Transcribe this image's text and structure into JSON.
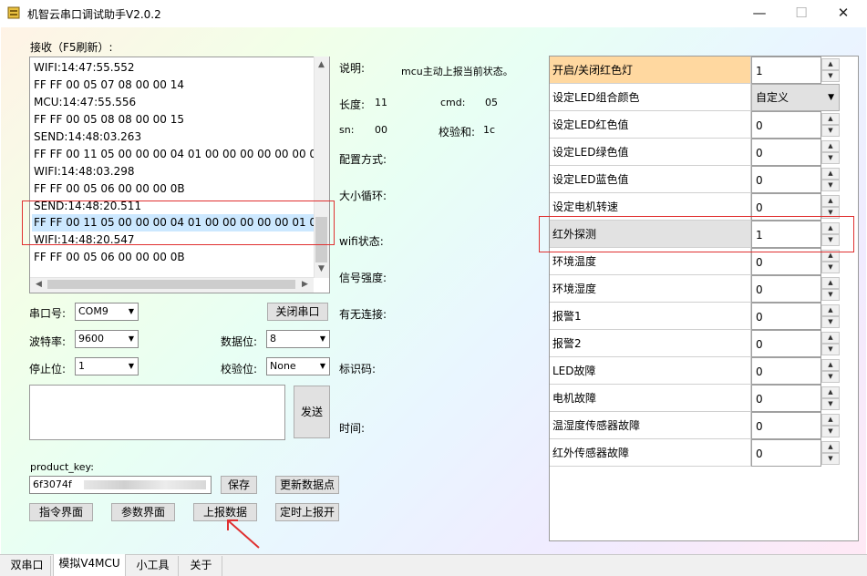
{
  "window": {
    "title": "机智云串口调试助手V2.0.2",
    "min": "—",
    "max": "☐",
    "close": "✕"
  },
  "receive": {
    "label": "接收（F5刷新）:",
    "lines": [
      "WIFI:14:47:55.552",
      "FF FF 00 05 07 08 00 00 14",
      "MCU:14:47:55.556",
      "FF FF 00 05 08 08 00 00 15",
      "SEND:14:48:03.263",
      "FF FF 00 11 05 00 00 00 04 01 00 00 00 00 00 00 00 0",
      "WIFI:14:48:03.298",
      "FF FF 00 05 06 00 00 00 0B",
      "SEND:14:48:20.511",
      "FF FF 00 11 05 00 00 00 04 01 00 00 00 00 00 01 00 0",
      "WIFI:14:48:20.547",
      "FF FF 00 05 06 00 00 00 0B"
    ]
  },
  "serial": {
    "port_label": "串口号:",
    "port_value": "COM9",
    "close_btn": "关闭串口",
    "baud_label": "波特率:",
    "baud_value": "9600",
    "databits_label": "数据位:",
    "databits_value": "8",
    "stopbits_label": "停止位:",
    "stopbits_value": "1",
    "parity_label": "校验位:",
    "parity_value": "None",
    "send_btn": "发送"
  },
  "product": {
    "label": "product_key:",
    "value": "6f3074f",
    "save_btn": "保存",
    "update_btn": "更新数据点",
    "cmd_btn": "指令界面",
    "param_btn": "参数界面",
    "report_btn": "上报数据",
    "timer_btn": "定时上报开"
  },
  "info": {
    "desc_label": "说明:",
    "desc_value": "mcu主动上报当前状态。",
    "len_label": "长度:",
    "len_value": "11",
    "cmd_label": "cmd:",
    "cmd_value": "05",
    "sn_label": "sn:",
    "sn_value": "00",
    "checksum_label": "校验和:",
    "checksum_value": "1c",
    "config_label": "配置方式:",
    "endian_label": "大小循环:",
    "wifi_label": "wifi状态:",
    "signal_label": "信号强度:",
    "conn_label": "有无连接:",
    "id_label": "标识码:",
    "time_label": "时间:"
  },
  "datapoints": [
    {
      "name": "开启/关闭红色灯",
      "value": "1"
    },
    {
      "name": "设定LED组合颜色",
      "value": "自定义"
    },
    {
      "name": "设定LED红色值",
      "value": "0"
    },
    {
      "name": "设定LED绿色值",
      "value": "0"
    },
    {
      "name": "设定LED蓝色值",
      "value": "0"
    },
    {
      "name": "设定电机转速",
      "value": "0"
    },
    {
      "name": "红外探测",
      "value": "1"
    },
    {
      "name": "环境温度",
      "value": "0"
    },
    {
      "name": "环境湿度",
      "value": "0"
    },
    {
      "name": "报警1",
      "value": "0"
    },
    {
      "name": "报警2",
      "value": "0"
    },
    {
      "name": "LED故障",
      "value": "0"
    },
    {
      "name": "电机故障",
      "value": "0"
    },
    {
      "name": "温湿度传感器故障",
      "value": "0"
    },
    {
      "name": "红外传感器故障",
      "value": "0"
    }
  ],
  "tabs": [
    "双串口",
    "模拟V4MCU",
    "小工具",
    "关于"
  ],
  "colors": {
    "highlight_box": "#e03030",
    "selected_row": "#ffd8a0",
    "arrow": "#e03030"
  }
}
